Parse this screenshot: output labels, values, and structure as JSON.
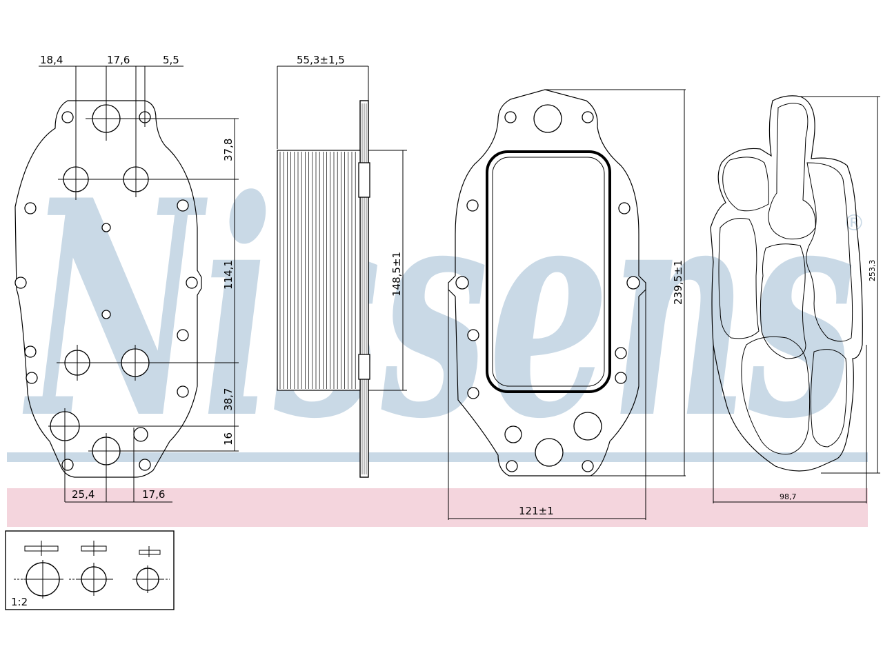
{
  "watermark": {
    "text": "Nissens",
    "registered": "®",
    "color": "#c9d9e6",
    "band_blue": "#c9d9e6",
    "band_pink": "#f4d5dd"
  },
  "front_view": {
    "dims": {
      "top_left": "18,4",
      "top_mid": "17,6",
      "top_right": "5,5",
      "right_1": "37,8",
      "right_2": "114,1",
      "right_3": "38,7",
      "right_4": "16",
      "bottom_left": "25,4",
      "bottom_right": "17,6"
    }
  },
  "side_view": {
    "dims": {
      "width": "55,3±1,5",
      "height": "148,5±1"
    }
  },
  "gasket_view": {
    "dims": {
      "height": "239,5±1",
      "width": "121±1"
    }
  },
  "seal_view": {
    "dims": {
      "height": "253,3",
      "width": "98,7"
    }
  },
  "detail_box": {
    "scale": "1:2"
  }
}
